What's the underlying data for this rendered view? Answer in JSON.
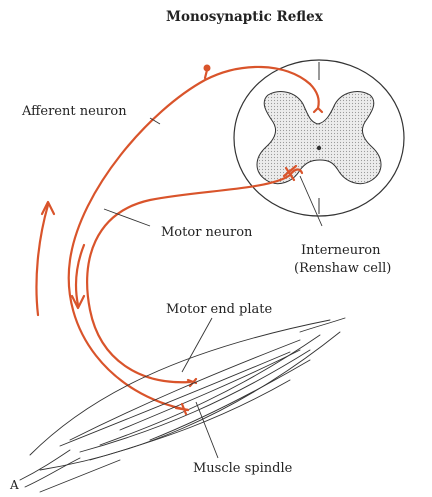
{
  "diagram": {
    "title": "Monosynaptic Reflex",
    "labels": {
      "afferent_neuron": "Afferent neuron",
      "motor_neuron": "Motor neuron",
      "interneuron": "Interneuron",
      "renshaw": "(Renshaw cell)",
      "motor_end_plate": "Motor end plate",
      "muscle_spindle": "Muscle spindle",
      "panel": "A"
    },
    "colors": {
      "neuron": "#d9542b",
      "ink": "#333333",
      "gray_matter": "#e3e3e3"
    }
  }
}
